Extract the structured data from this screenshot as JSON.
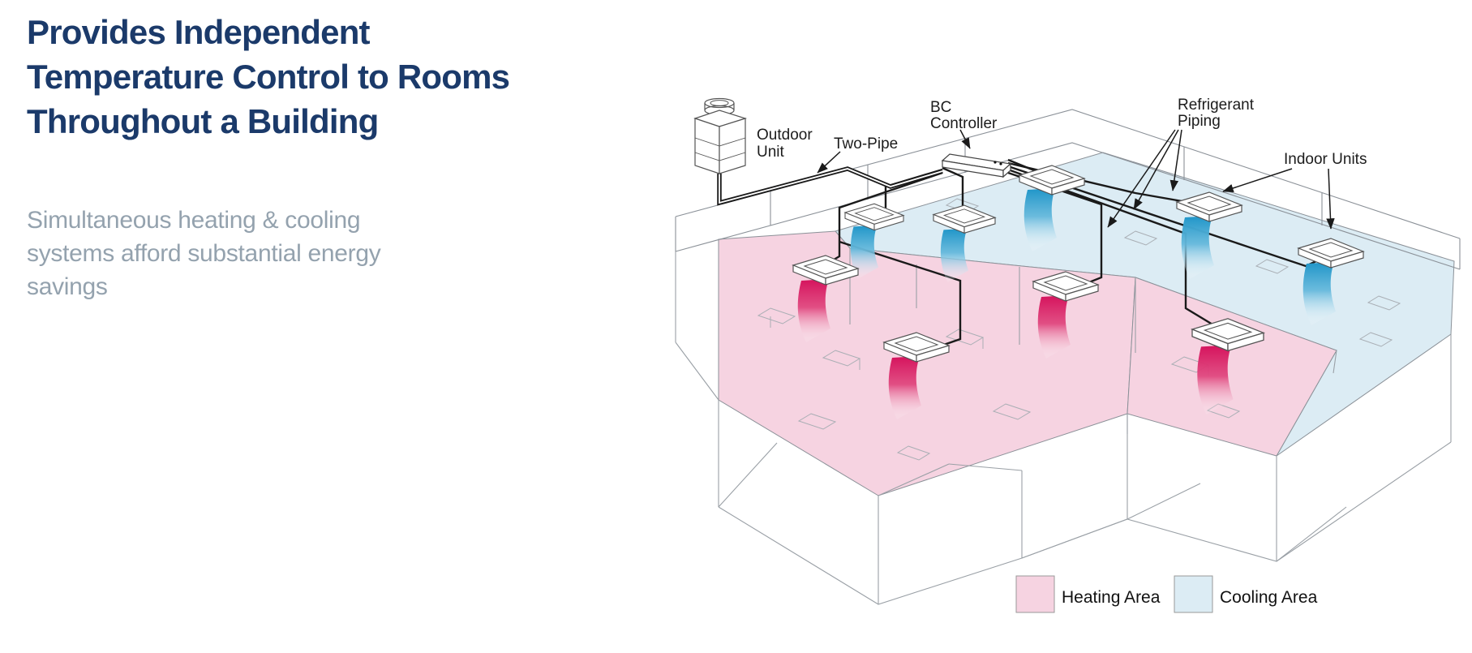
{
  "hero": {
    "title_lines": [
      "Provides Independent",
      "Temperature Control to Rooms",
      "Throughout a Building"
    ],
    "title_color": "#1b3a6a",
    "subtitle": "Simultaneous heating & cooling systems afford substantial energy savings",
    "subtitle_color": "#94a2ae"
  },
  "diagram": {
    "labels": {
      "outdoor_unit_line1": "Outdoor",
      "outdoor_unit_line2": "Unit",
      "two_pipe": "Two-Pipe",
      "bc_line1": "BC",
      "bc_line2": "Controller",
      "refrigerant_line1": "Refrigerant",
      "refrigerant_line2": "Piping",
      "indoor_units": "Indoor Units"
    },
    "legend": [
      {
        "label": "Heating Area",
        "color": "#f6d3e1"
      },
      {
        "label": "Cooling Area",
        "color": "#dcecf4"
      }
    ],
    "colors": {
      "heating_area": "#f6d3e1",
      "cooling_area": "#dcecf4",
      "heating_air": "#d6145f",
      "cooling_air": "#2499cd",
      "piping": "#1a1a1a"
    }
  }
}
